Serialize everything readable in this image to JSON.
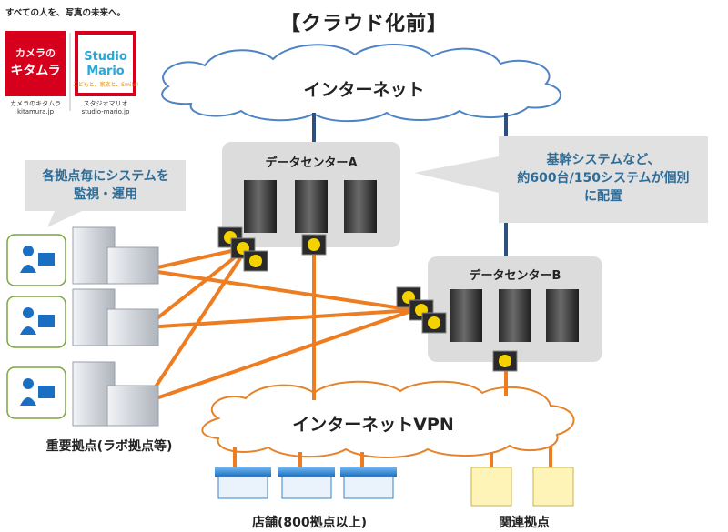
{
  "title": "【クラウド化前】",
  "brand": {
    "tagline": "すべての人を、写真の未来へ。",
    "kitamura": {
      "logo_text": "カメラのキタムラ",
      "caption_name": "カメラのキタムラ",
      "caption_url": "kitamura.jp"
    },
    "mario": {
      "logo_text": "Studio Mario",
      "logo_sub": "こどもと、家族と、Smile!",
      "caption_name": "スタジオマリオ",
      "caption_url": "studio-mario.jp"
    }
  },
  "internet_cloud_label": "インターネット",
  "vpn_cloud_label": "インターネットVPN",
  "datacenter_a_label": "データセンターA",
  "datacenter_b_label": "データセンターB",
  "callout_left": {
    "line1": "各拠点毎にシステムを",
    "line2": "監視・運用"
  },
  "callout_right": {
    "line1": "基幹システムなど、",
    "line2": "約600台/150システムが個別",
    "line3": "に配置"
  },
  "captions": {
    "sites": "重要拠点(ラボ拠点等)",
    "stores": "店舗(800拠点以上)",
    "related": "関連拠点"
  },
  "colors": {
    "orange_link": "#ee7d22",
    "navy_link": "#2f4f7f",
    "cloud_outline": "#4f84c4",
    "vpn_outline": "#e5822a",
    "dc_box": "#dcdcdc",
    "callout": "#e1e1e1",
    "brand_red": "#d6001c"
  }
}
